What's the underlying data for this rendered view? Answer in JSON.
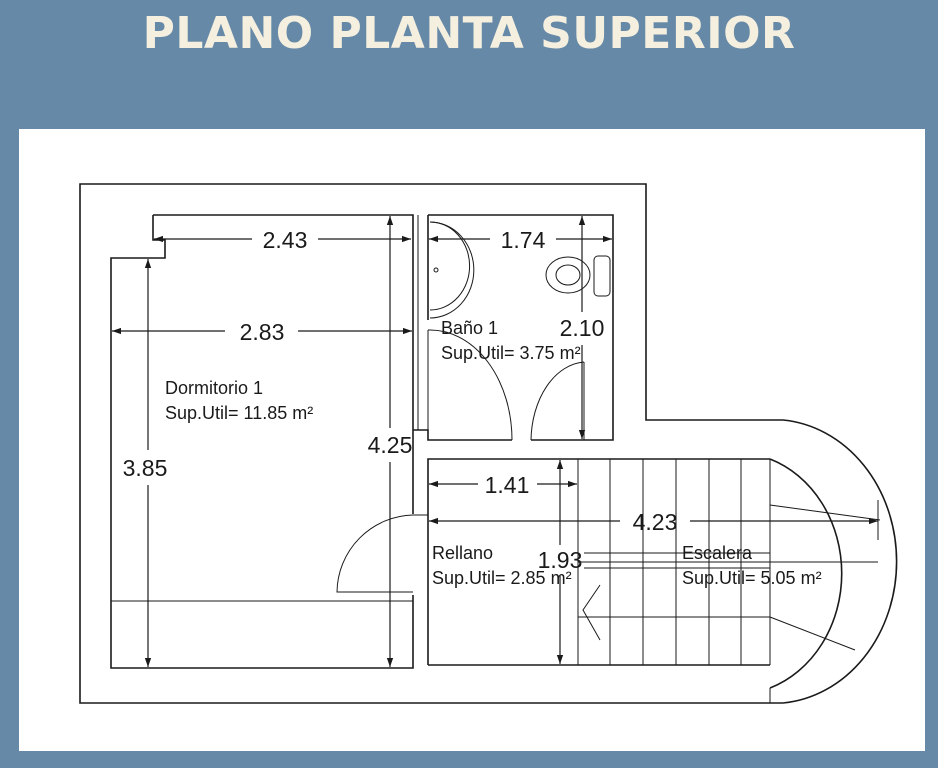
{
  "title": "PLANO PLANTA SUPERIOR",
  "rooms": [
    {
      "name": "Dormitorio 1",
      "area": "Sup.Util= 11.85 m²"
    },
    {
      "name": "Baño 1",
      "area": "Sup.Util= 3.75 m²"
    },
    {
      "name": "Rellano",
      "area": "Sup.Util= 2.85 m²"
    },
    {
      "name": "Escalera",
      "area": "Sup.Util= 5.05 m²"
    }
  ],
  "dimensions": [
    "2.43",
    "2.83",
    "3.85",
    "4.25",
    "1.74",
    "2.10",
    "1.41",
    "1.93",
    "4.23"
  ],
  "colors": {
    "background": "#6689a7",
    "title": "#f4efdf",
    "panel": "#ffffff",
    "lines": "#1a1a1a"
  }
}
